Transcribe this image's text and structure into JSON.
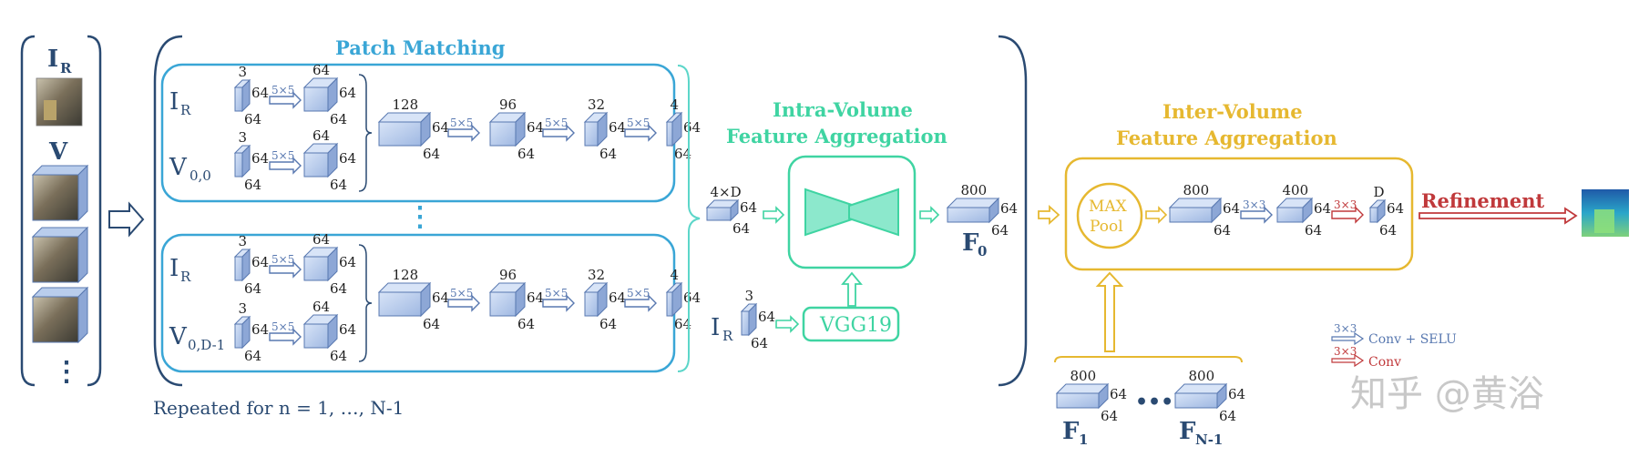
{
  "colors": {
    "navy": "#2a4a72",
    "cyan": "#3aa6d6",
    "green": "#3fd4a2",
    "gold": "#e6b830",
    "red": "#c0393b",
    "block_fill": "#b9cdec",
    "block_stroke": "#5878b0"
  },
  "input": {
    "ir_label": "I",
    "ir_sub": "R",
    "v_label": "V",
    "ellipsis": "⋮"
  },
  "patch_matching": {
    "title": "Patch Matching",
    "top": {
      "row1_label": "I",
      "row1_sub": "R",
      "row2_label": "V",
      "row2_sub": "0,0"
    },
    "bottom": {
      "row1_label": "I",
      "row1_sub": "R",
      "row2_label": "V",
      "row2_sub": "0,D-1"
    },
    "small_in_top": "3",
    "small_in_side1": "64",
    "small_in_side2": "64",
    "small_out_top": "64",
    "small_out_side1": "64",
    "small_out_side2": "64",
    "conv5": "5×5",
    "chain": [
      {
        "top": "128",
        "s1": "64",
        "s2": "64"
      },
      {
        "top": "96",
        "s1": "64",
        "s2": "64"
      },
      {
        "top": "32",
        "s1": "64",
        "s2": "64"
      },
      {
        "top": "4",
        "s1": "64",
        "s2": "64"
      }
    ],
    "middle_dots": "⋮",
    "repeated": "Repeated for n = 1, …, N-1"
  },
  "intra": {
    "title_line1": "Intra-Volume",
    "title_line2": "Feature Aggregation",
    "in_top": "4×D",
    "in_s1": "64",
    "in_s2": "64",
    "ir_label": "I",
    "ir_sub": "R",
    "ir_top": "3",
    "ir_s1": "64",
    "ir_s2": "64",
    "vgg": "VGG19",
    "out_top": "800",
    "out_s1": "64",
    "out_s2": "64",
    "f0": "F",
    "f0_sub": "0"
  },
  "inter": {
    "title_line1": "Inter-Volume",
    "title_line2": "Feature Aggregation",
    "pool_line1": "MAX",
    "pool_line2": "Pool",
    "b1_top": "800",
    "b1_s1": "64",
    "b1_s2": "64",
    "conv3": "3×3",
    "b2_top": "400",
    "b2_s1": "64",
    "b2_s2": "64",
    "conv3_red": "3×3",
    "b3_top": "D",
    "b3_s1": "64",
    "b3_s2": "64",
    "f1_top": "800",
    "f1_s1": "64",
    "f1_s2": "64",
    "f1": "F",
    "f1_sub": "1",
    "dots": "•••",
    "fn_top": "800",
    "fn_s1": "64",
    "fn_s2": "64",
    "fn": "F",
    "fn_sub": "N-1"
  },
  "refinement": "Refinement",
  "legend": {
    "blue_k": "3×3",
    "blue_label": "Conv + SELU",
    "red_k": "3×3",
    "red_label": "Conv"
  },
  "watermark": "知乎 @黄浴"
}
